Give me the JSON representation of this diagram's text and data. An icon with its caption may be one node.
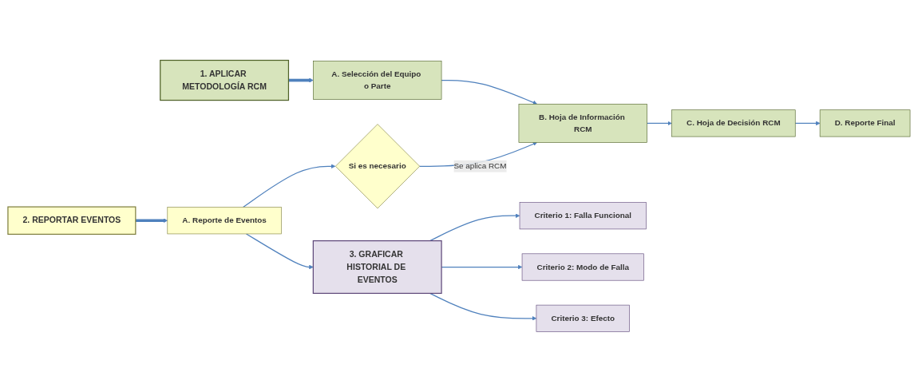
{
  "diagram": {
    "nodes": [
      {
        "text": [
          "1. APLICAR METODOLOGÍA RCM"
        ]
      },
      {
        "text": [
          "A. Selección del Equipo o Parte"
        ]
      },
      {
        "text": [
          "B. Hoja de Información RCM"
        ]
      },
      {
        "text": [
          "C. Hoja de Decisión RCM"
        ]
      },
      {
        "text": [
          "D. Reporte Final"
        ]
      },
      {
        "text": [
          "2. REPORTAR EVENTOS"
        ]
      },
      {
        "text": [
          "A. Reporte de Eventos"
        ]
      },
      {
        "text": [
          "Si es necesario"
        ]
      },
      {
        "text": [
          "3. GRAFICAR HISTORIAL DE EVENTOS"
        ]
      },
      {
        "text": [
          "Criterio 1: Falla Funcional"
        ]
      },
      {
        "text": [
          "Criterio 2: Modo de Falla"
        ]
      },
      {
        "text": [
          "Criterio 3: Efecto"
        ]
      }
    ],
    "edges": [
      {
        "from": 0,
        "to": 1,
        "arrow": "to",
        "style": "thick"
      },
      {
        "from": 1,
        "to": 2,
        "arrow": "to"
      },
      {
        "from": 2,
        "to": 3,
        "arrow": "to"
      },
      {
        "from": 3,
        "to": 4,
        "arrow": "to"
      },
      {
        "from": 5,
        "to": 6,
        "arrow": "to",
        "style": "thick"
      },
      {
        "from": 6,
        "to": 7,
        "arrow": "to"
      },
      {
        "from": 7,
        "to": 2,
        "arrow": "to",
        "label": "Se aplica RCM"
      },
      {
        "from": 6,
        "to": 8,
        "arrow": "to"
      },
      {
        "from": 8,
        "to": 9,
        "arrow": "to"
      },
      {
        "from": 8,
        "to": 10,
        "arrow": "to"
      },
      {
        "from": 8,
        "to": 11,
        "arrow": "to"
      }
    ]
  }
}
